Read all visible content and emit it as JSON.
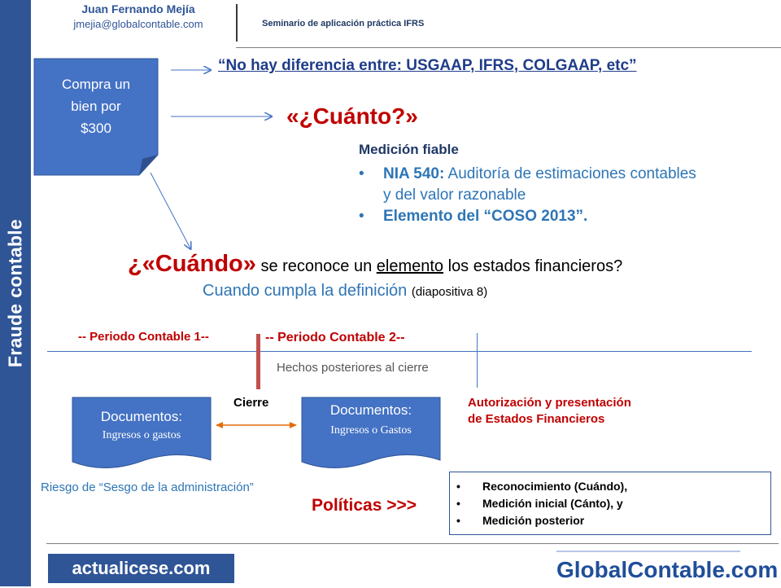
{
  "sidebar": {
    "label": "Fraude contable"
  },
  "header": {
    "author_name": "Juan Fernando Mejía",
    "author_email": "jmejia@globalcontable.com",
    "seminar": "Seminario de aplicación práctica IFRS"
  },
  "compra": {
    "line1": "Compra un",
    "line2": "bien por",
    "line3": "$300"
  },
  "quote": "“No hay diferencia entre: USGAAP, IFRS, COLGAAP, etc”",
  "cuanto": "«¿Cuánto?»",
  "medicion": {
    "title": "Medición fiable",
    "items": [
      {
        "bold": "NIA 540:",
        "text": " Auditoría de estimaciones contables y del valor razonable"
      },
      {
        "bold": "Elemento del “COSO 2013”.",
        "text": ""
      }
    ]
  },
  "cuando": {
    "big": "¿«Cuándo»",
    "pre": " se reconoce un ",
    "underlined": "elemento",
    "post": " los estados financieros?",
    "line2": "Cuando cumpla la definición ",
    "line2_small": "(diapositiva 8)"
  },
  "timeline": {
    "period1": "-- Periodo Contable 1--",
    "period2": "-- Periodo Contable 2--",
    "hechos": "Hechos posteriores al cierre",
    "cierre": "Cierre",
    "autorizacion_line1": "Autorización y presentación",
    "autorizacion_line2": "de Estados Financieros"
  },
  "doc_left": {
    "title": "Documentos:",
    "sub": "Ingresos o gastos"
  },
  "doc_right": {
    "title": "Documentos:",
    "sub": "Ingresos o Gastos"
  },
  "riesgo": "Riesgo de “Sesgo de la administración”",
  "politicas": {
    "label": "Políticas >>>",
    "items": [
      "Reconocimiento (Cuándo),",
      "Medición inicial (Cánto), y",
      "Medición posterior"
    ]
  },
  "footer": {
    "left_logo": "actualicese.com",
    "right_logo": "GlobalContable.com"
  },
  "colors": {
    "accent_blue": "#2f5597",
    "shape_blue": "#4472c4",
    "emphasis_red": "#c00000",
    "link_blue": "#2e75b6"
  }
}
